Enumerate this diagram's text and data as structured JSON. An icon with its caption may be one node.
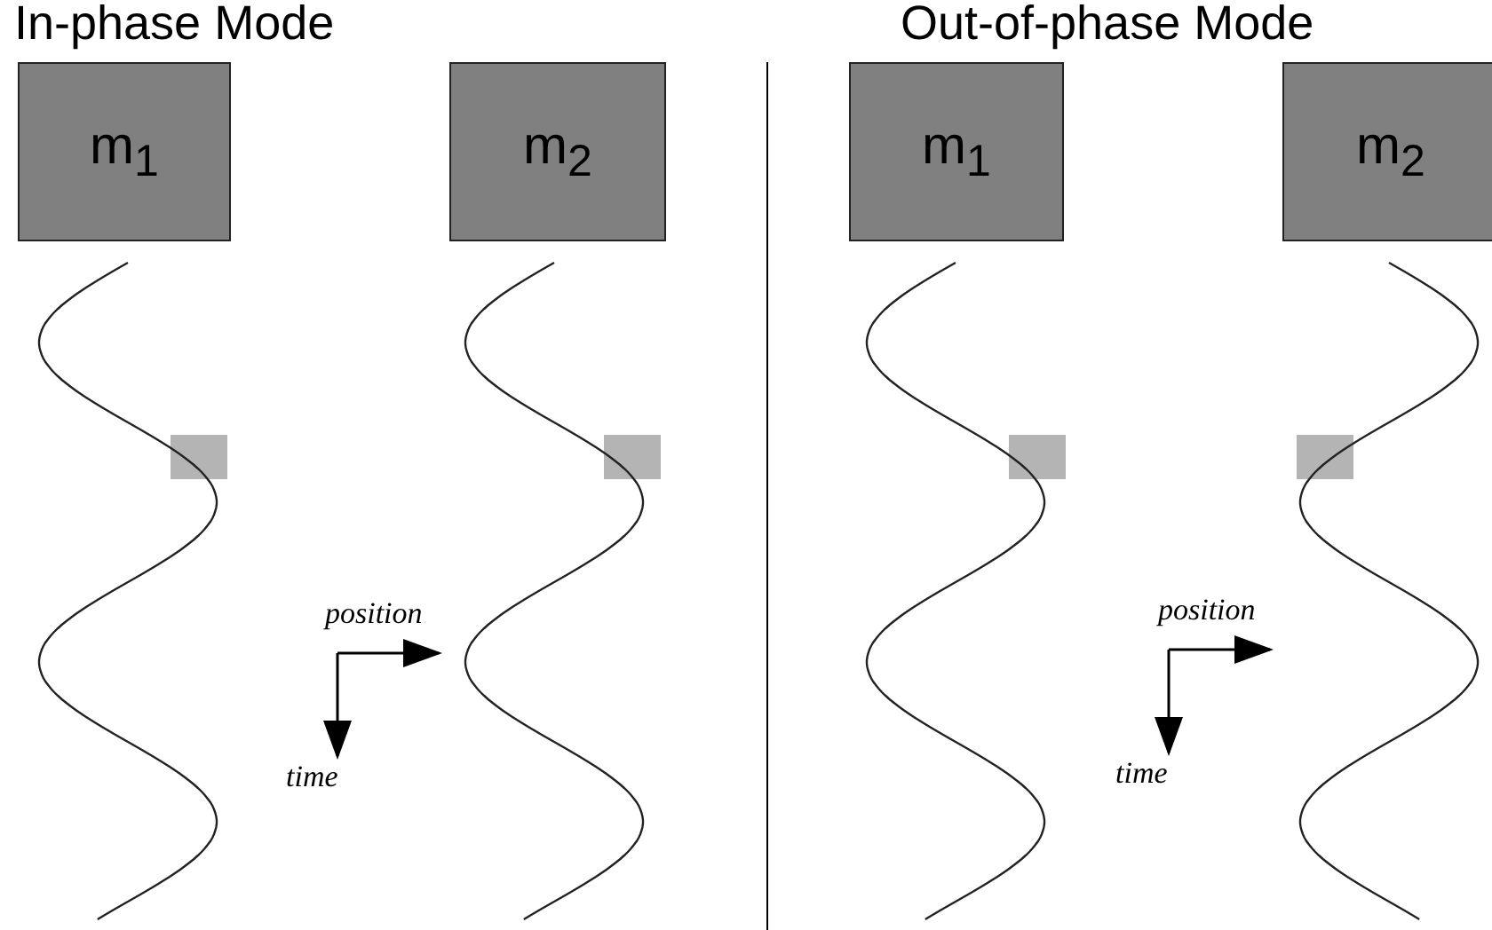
{
  "diagram": {
    "nodes": [
      {
        "text": [
          "m$_{1}$"
        ]
      },
      {
        "text": [
          "m$_{2}$"
        ]
      },
      {
        "text": [
          "m$_{1}$"
        ]
      },
      {
        "text": [
          "m$_{2}$"
        ]
      }
    ],
    "labels": [
      "In-phase Mode",
      "Out-of-phase Mode",
      "position",
      "time",
      "position",
      "time"
    ]
  }
}
